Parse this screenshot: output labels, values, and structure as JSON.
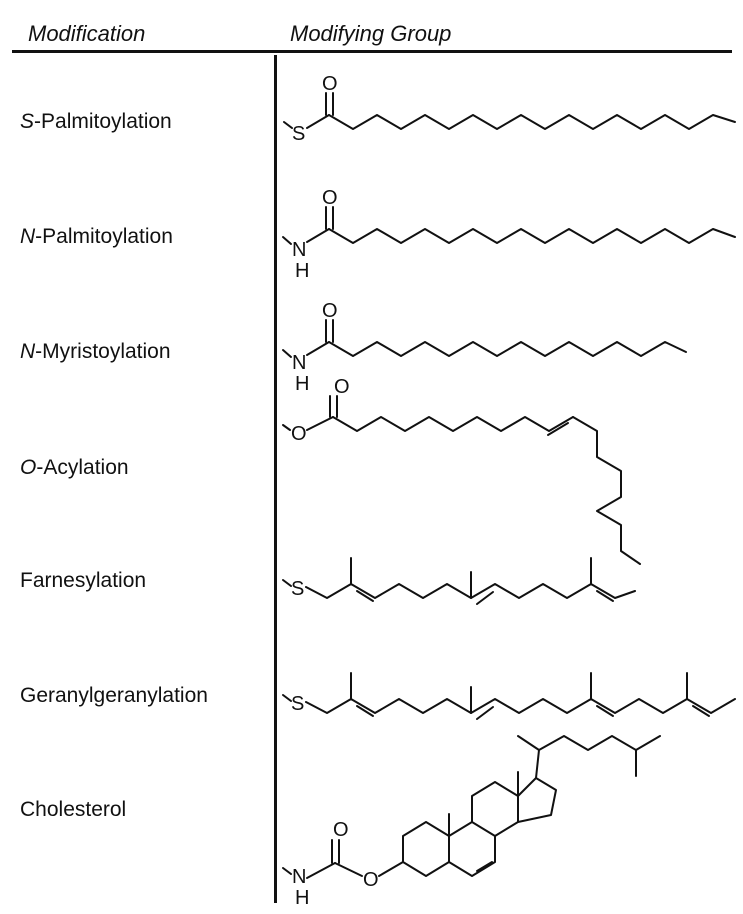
{
  "table": {
    "headers": {
      "modification": "Modification",
      "group": "Modifying Group"
    },
    "rows": [
      {
        "prefix": "S",
        "suffix": "-Palmitoylation",
        "group_icon": "s-palmitoyl-structure"
      },
      {
        "prefix": "N",
        "suffix": "-Palmitoylation",
        "group_icon": "n-palmitoyl-structure"
      },
      {
        "prefix": "N",
        "suffix": "-Myristoylation",
        "group_icon": "n-myristoyl-structure"
      },
      {
        "prefix": "O",
        "suffix": "-Acylation",
        "group_icon": "o-acyl-structure"
      },
      {
        "prefix": "",
        "suffix": "Farnesylation",
        "group_icon": "farnesyl-structure"
      },
      {
        "prefix": "",
        "suffix": "Geranylgeranylation",
        "group_icon": "geranylgeranyl-structure"
      },
      {
        "prefix": "",
        "suffix": "Cholesterol",
        "group_icon": "cholesterol-structure"
      }
    ],
    "atoms": {
      "oxygen": "O",
      "sulfur": "S",
      "nitrogen": "N",
      "hydrogen": "H"
    }
  }
}
